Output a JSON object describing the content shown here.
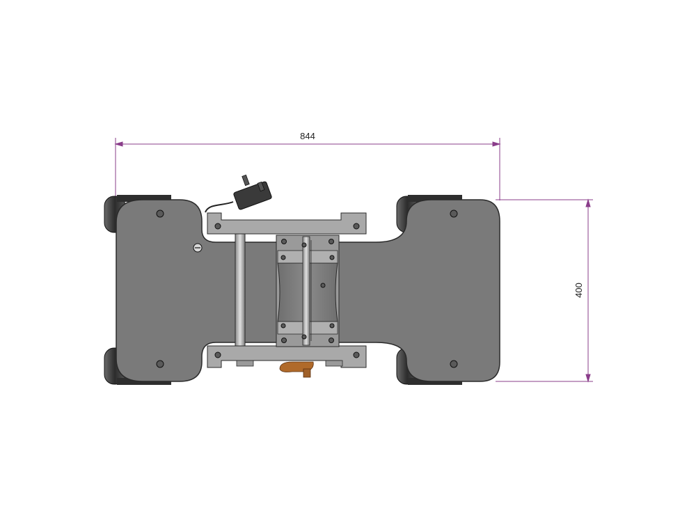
{
  "drawing": {
    "type": "technical top-view drawing",
    "dimensions": {
      "width_value": "844",
      "height_value": "400"
    },
    "colors": {
      "dimension_line": "#8a3d8a",
      "body": "#7a7a7a",
      "body_outline": "#2a2a2a",
      "frame": "#a9a9a9",
      "wheel": "#3b3b3b",
      "pedal": "#b06a2a"
    }
  }
}
